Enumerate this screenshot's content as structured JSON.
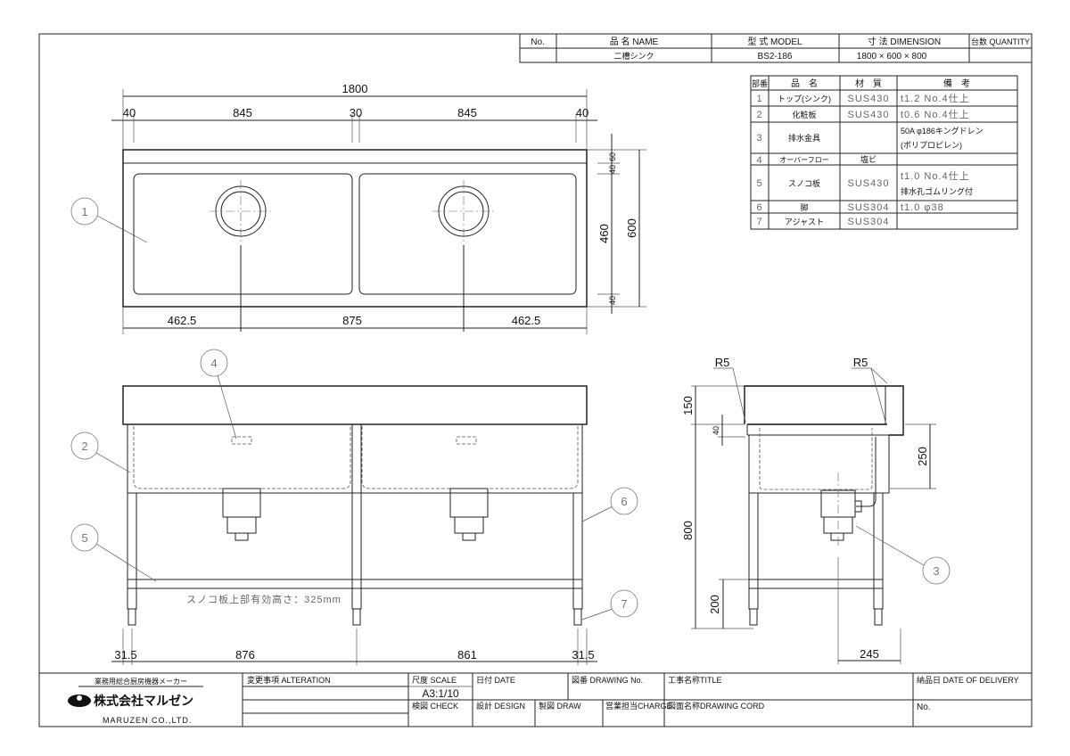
{
  "header_block": {
    "no_label": "No.",
    "name_label": "品 名  NAME",
    "model_label": "型 式  MODEL",
    "dimension_label": "寸 法  DIMENSION",
    "quantity_label": "台数 QUANTITY",
    "no_value": "",
    "name_value": "二槽シンク",
    "model_value": "BS2-186",
    "dimension_value": "1800 × 600 × 800",
    "quantity_value": ""
  },
  "parts_table": {
    "headers": [
      "部番",
      "品　名",
      "材　質",
      "備　考"
    ],
    "rows": [
      {
        "no": "1",
        "name": "トップ(シンク)",
        "material": "SUS430",
        "note1": "t1.2 No.4仕上",
        "note2": ""
      },
      {
        "no": "2",
        "name": "化粧板",
        "material": "SUS430",
        "note1": "t0.6 No.4仕上",
        "note2": ""
      },
      {
        "no": "3",
        "name": "排水金具",
        "material": "",
        "note1": "50A φ186キングドレン",
        "note2": "(ポリプロピレン)"
      },
      {
        "no": "4",
        "name": "オーバーフロー",
        "material": "塩ビ",
        "note1": "",
        "note2": ""
      },
      {
        "no": "5",
        "name": "スノコ板",
        "material": "SUS430",
        "note1": "t1.0 No.4仕上",
        "note2": "排水孔ゴムリング付"
      },
      {
        "no": "6",
        "name": "脚",
        "material": "SUS304",
        "note1": "t1.0 φ38",
        "note2": ""
      },
      {
        "no": "7",
        "name": "アジャスト",
        "material": "SUS304",
        "note1": "",
        "note2": ""
      }
    ]
  },
  "top_view": {
    "overall_width": "1800",
    "segments": [
      "40",
      "845",
      "30",
      "845",
      "40"
    ],
    "drain_positions": [
      "462.5",
      "875",
      "462.5"
    ],
    "depth_segments": [
      "60",
      "40",
      "460",
      "40"
    ],
    "overall_depth": "600"
  },
  "front_view": {
    "note": "スノコ板上部有効高さ：325mm",
    "leg_positions": [
      "31.5",
      "876",
      "861",
      "31.5"
    ]
  },
  "side_view": {
    "radius_left": "R5",
    "radius_right": "R5",
    "backsplash_height": "150",
    "rim_height": "40",
    "overall_height": "800",
    "shelf_height": "200",
    "bowl_depth": "250",
    "drain_offset": "245"
  },
  "callouts": [
    "1",
    "2",
    "3",
    "4",
    "5",
    "6",
    "7"
  ],
  "title_block": {
    "maker_tagline": "業務用総合厨房機器メーカー",
    "company_jp": "株式会社マルゼン",
    "company_en": "MARUZEN CO.,LTD.",
    "alteration_label": "変更事項  ALTERATION",
    "scale_label": "尺度 SCALE",
    "scale_value": "A3:1/10",
    "date_label": "日付 DATE",
    "drawing_no_label": "図番 DRAWING No.",
    "title_label": "工事名称TITLE",
    "delivery_label": "納品日  DATE OF DELIVERY",
    "check_label": "検図 CHECK",
    "design_label": "設計 DESIGN",
    "draw_label": "製図 DRAW",
    "charge_label": "営業担当CHARGE",
    "drawing_cord_label": "図面名称DRAWING CORD",
    "no_label": "No."
  }
}
